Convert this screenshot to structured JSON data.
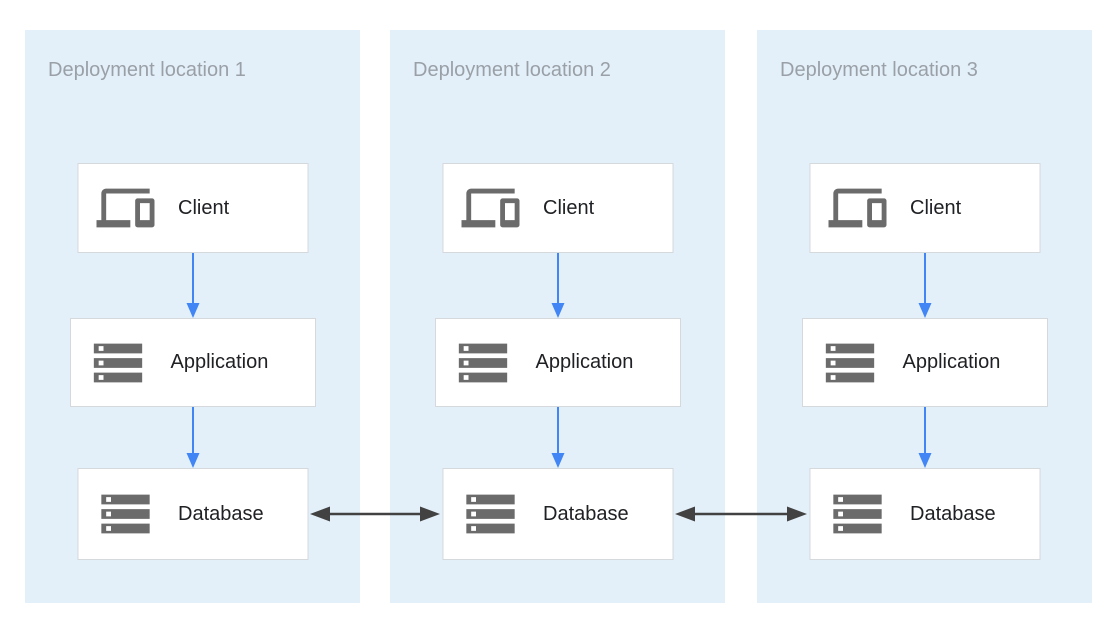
{
  "diagram": {
    "locations": [
      {
        "title": "Deployment location 1",
        "nodes": [
          {
            "label": "Client",
            "icon": "devices-icon"
          },
          {
            "label": "Application",
            "icon": "server-stack-icon"
          },
          {
            "label": "Database",
            "icon": "server-stack-icon"
          }
        ]
      },
      {
        "title": "Deployment location 2",
        "nodes": [
          {
            "label": "Client",
            "icon": "devices-icon"
          },
          {
            "label": "Application",
            "icon": "server-stack-icon"
          },
          {
            "label": "Database",
            "icon": "server-stack-icon"
          }
        ]
      },
      {
        "title": "Deployment location 3",
        "nodes": [
          {
            "label": "Client",
            "icon": "devices-icon"
          },
          {
            "label": "Application",
            "icon": "server-stack-icon"
          },
          {
            "label": "Database",
            "icon": "server-stack-icon"
          }
        ]
      }
    ],
    "colors": {
      "panel_bg": "#e3f0fa",
      "title_color": "#9aa0a6",
      "label_color": "#202124",
      "icon_color": "#6b6b6b",
      "box_border": "#d6d9dc",
      "flow_arrow": "#4285f4",
      "replication_arrow": "#424242"
    }
  }
}
